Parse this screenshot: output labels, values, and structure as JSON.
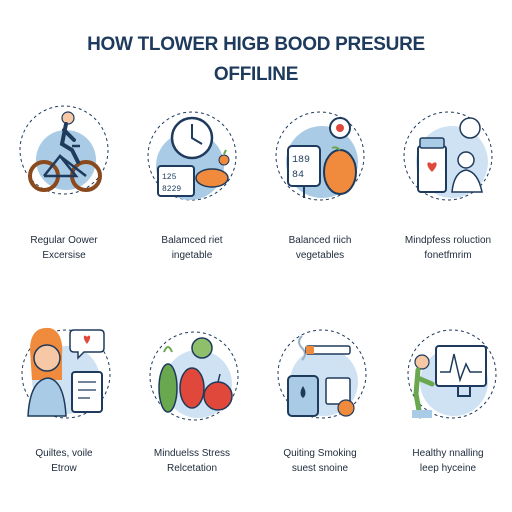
{
  "title": {
    "line1": "HOW TLOWER HIGB BOOD PRESURE",
    "line2": "OFFILINE"
  },
  "colors": {
    "navy": "#1e3a5c",
    "blob": "#a9cbe6",
    "blob_light": "#cfe2f3",
    "orange": "#f08a3c",
    "red": "#e0483b",
    "green": "#6aa84f",
    "skin": "#f6c8a6"
  },
  "items": [
    {
      "icon": "cyclist-icon",
      "line1": "Regular Oower",
      "line2": "Excersise"
    },
    {
      "icon": "clock-scale-icon",
      "line1": "Balamced riet",
      "line2": "ingetable"
    },
    {
      "icon": "blood-pressure-monitor-icon",
      "line1": "Balanced riich",
      "line2": "vegetables"
    },
    {
      "icon": "meditation-icon",
      "line1": "Mindpfess roluction",
      "line2": "fonetfmrim"
    },
    {
      "icon": "doctor-clipboard-icon",
      "line1": "Quiltes, voile",
      "line2": "Etrow"
    },
    {
      "icon": "vegetables-icon",
      "line1": "Minduelss Stress",
      "line2": "Relcetation"
    },
    {
      "icon": "no-smoking-icon",
      "line1": "Quiting Smoking",
      "line2": "suest snoine"
    },
    {
      "icon": "sleep-monitor-icon",
      "line1": "Healthy nnalling",
      "line2": "leep hyceine"
    }
  ],
  "monitor_readings": {
    "top": "189",
    "bottom": "84"
  },
  "scale_readings": {
    "top": "125",
    "bottom": "8229"
  }
}
